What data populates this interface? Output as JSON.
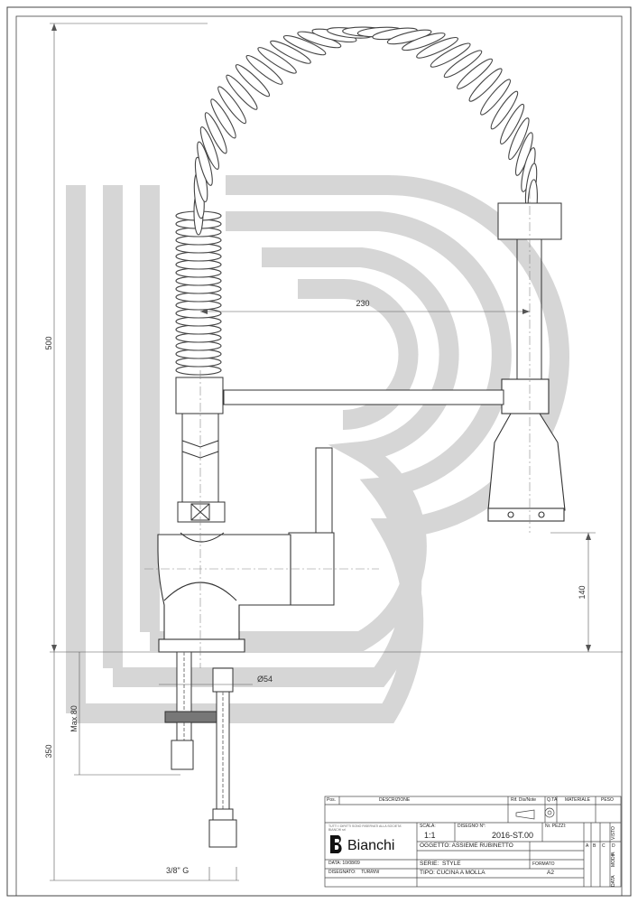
{
  "dimensions": {
    "height_total": "500",
    "spout_reach": "230",
    "body_height": "140",
    "below_deck": "350",
    "max_thickness": "Max 80",
    "hole_diameter": "Ø54",
    "connection": "3/8\" G"
  },
  "title_block": {
    "header": {
      "pos": "Pos.",
      "descrizione": "DESCRIZIONE",
      "rif": "Rif. Dis/Note",
      "qta": "Q.TA",
      "materiale": "MATERIALE",
      "peso": "PESO"
    },
    "legal_note": "TUTTI I DIRITTI SONO RISERVATI ALLA SOCIETA' BIANCHI srl",
    "brand": "Bianchi",
    "scala_label": "SCALA:",
    "scala": "1:1",
    "disegno_label": "DISEGNO N°:",
    "disegno": "2016-ST.00",
    "pezzi_label": "Nr. PEZZI:",
    "oggetto": "OGGETTO: ASSIEME RUBINETTO",
    "serie_label": "SERIE:",
    "serie": "STYLE",
    "formato_label": "FORMATO",
    "formato": "A2",
    "data": "DATA: 10/08/09",
    "tipo": "TIPO: CUCINA A MOLLA",
    "disegnato_label": "DISEGNATO:",
    "disegnato": "TURRINI",
    "revision_letters": [
      "A",
      "B",
      "C",
      "D",
      "E"
    ],
    "side_labels": [
      "VISTO",
      "MODIF.",
      "DATA"
    ]
  },
  "colors": {
    "watermark": "#d4d4d4",
    "line": "#333333",
    "spring": "#555555"
  }
}
